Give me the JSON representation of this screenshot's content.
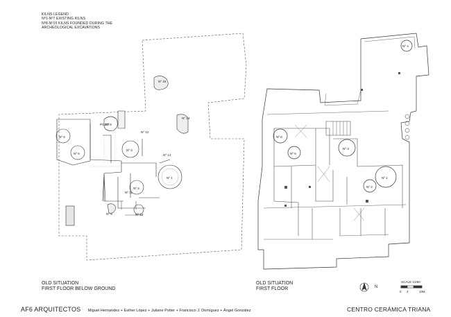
{
  "legend": {
    "title": "KILNS LEGEND",
    "line1": "Nº1-Nº7  EXISTING KILNS",
    "line2": "Nº8-Nº15  KILNS FOUNDED DURING THE",
    "line3": "ARCHEOLOGICAL EXCAVATIONS"
  },
  "left_plan": {
    "caption_line1": "OLD SITUATION",
    "caption_line2": "FIRST FLOOR BELOW GROUND",
    "kilns": {
      "k1": "Nº 1",
      "k2": "Nº 2",
      "k3": "Nº 3",
      "k5": "Nº 5",
      "k6": "Nº 6",
      "k8": "Nº 8",
      "k9": "Nº 9",
      "k10": "Nº 10",
      "k11": "Nº 11",
      "k12": "Nº 12",
      "k13": "Nº 13",
      "k14": "Nº 14",
      "k15": "Nº 15"
    },
    "pozo": "POZO"
  },
  "right_plan": {
    "caption_line1": "OLD SITUATION",
    "caption_line2": "FIRST FLOOR",
    "kilns": {
      "k1": "Nº 1",
      "k2": "Nº 2",
      "k3": "Nº 3",
      "k4": "Nº 4",
      "k5": "Nº 5",
      "k6": "Nº 6"
    }
  },
  "scale": {
    "label": "SCALE 1/250",
    "tick0": "0",
    "tick3": "3",
    "tick10": "10M"
  },
  "north": "N",
  "footer": {
    "firm": "AF6 ARQUITECTOS",
    "people": "Miguel Hernandez + Esther López + Juliane Potter + Francisco J. Domíguez + Ángel González",
    "project": "CENTRO CERÁMICA TRIANA"
  }
}
